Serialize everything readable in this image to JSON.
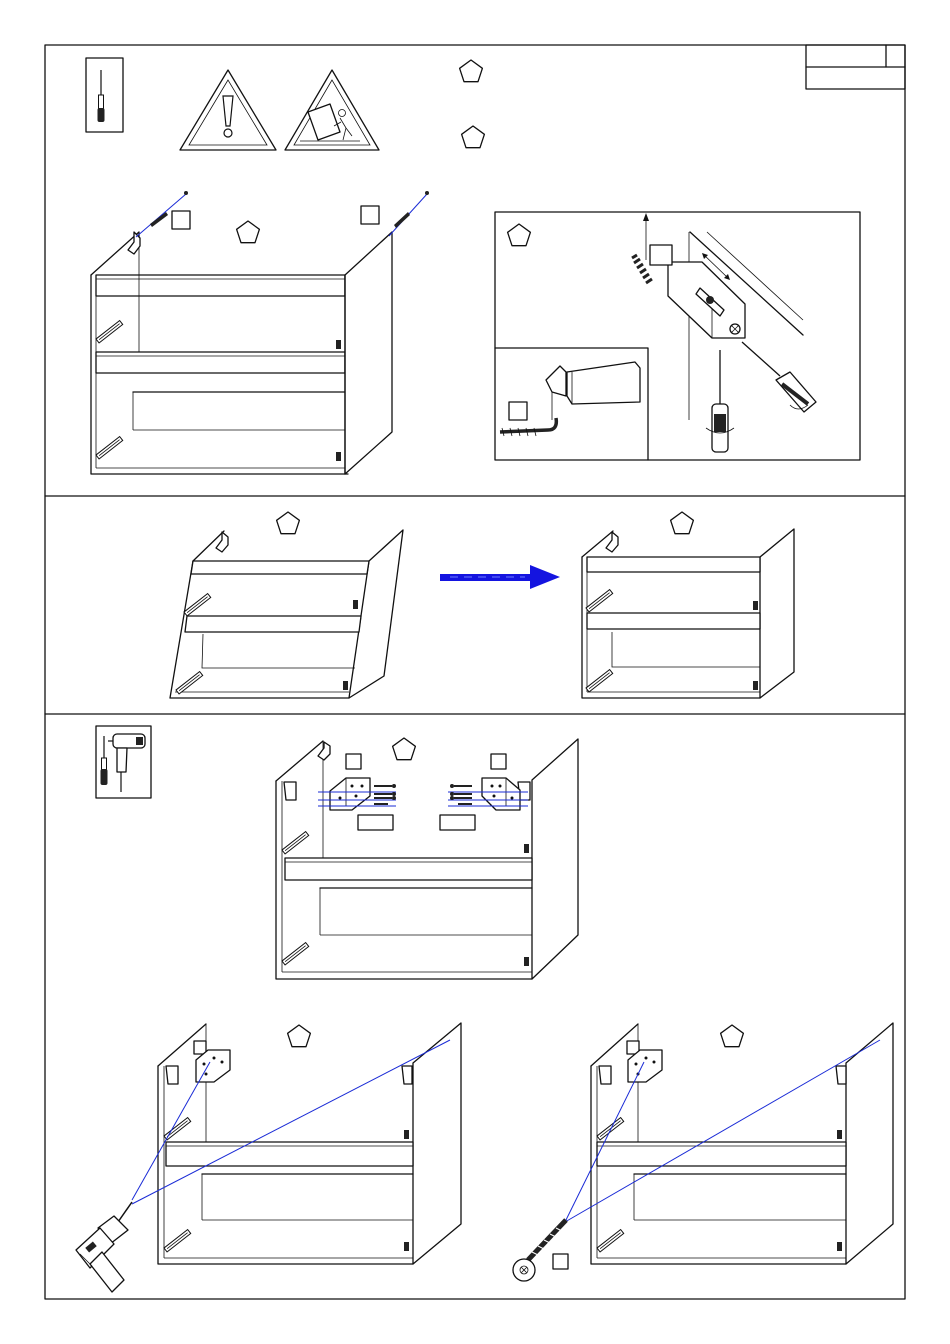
{
  "colors": {
    "line": "#111111",
    "guide": "#1a2bd6",
    "arrow": "#1414e0",
    "background": "#ffffff"
  },
  "icons": [
    "screwdriver-icon",
    "warning-exclamation-icon",
    "warning-tipping-icon",
    "step-marker-pentagon-icon",
    "part-label-square-icon",
    "drill-icon",
    "screw-icon",
    "arrow-right-icon"
  ],
  "sections": [
    {
      "name": "step-1",
      "tools": [
        "screwdriver-icon"
      ],
      "warnings": [
        "warning-exclamation-icon",
        "warning-tipping-icon"
      ]
    },
    {
      "name": "step-2",
      "arrow": "arrow-right-icon"
    },
    {
      "name": "step-3",
      "tools": [
        "screwdriver-icon",
        "drill-icon"
      ]
    }
  ]
}
